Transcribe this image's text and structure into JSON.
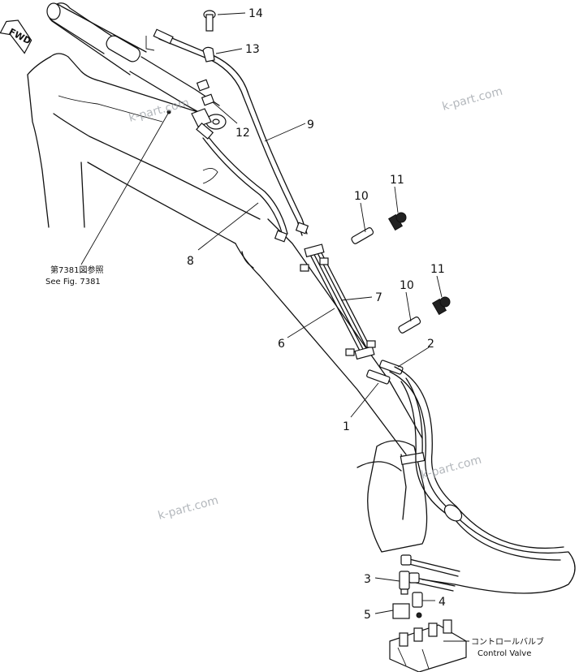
{
  "direction_marker": "FWD",
  "callouts": [
    "14",
    "13",
    "12",
    "9",
    "11",
    "10",
    "8",
    "7",
    "6",
    "11",
    "10",
    "2",
    "1",
    "3",
    "4",
    "5"
  ],
  "reference_note": {
    "japanese": "第7381図参照",
    "english": "See Fig. 7381"
  },
  "control_valve_label": {
    "japanese": "コントロールバルブ",
    "english": "Control Valve"
  },
  "watermark": "k-part.com"
}
